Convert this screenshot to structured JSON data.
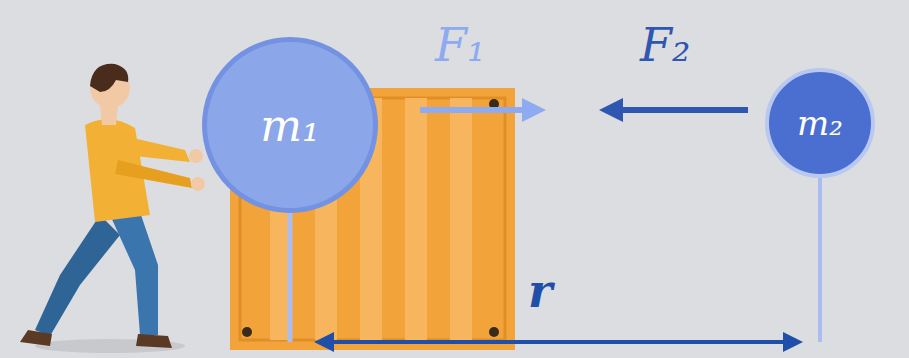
{
  "diagram": {
    "nodes": [
      {
        "text": [
          "m₁"
        ]
      },
      {
        "text": [
          "m₂"
        ]
      }
    ],
    "labels": [
      "F₁",
      "F₂",
      "r"
    ]
  }
}
